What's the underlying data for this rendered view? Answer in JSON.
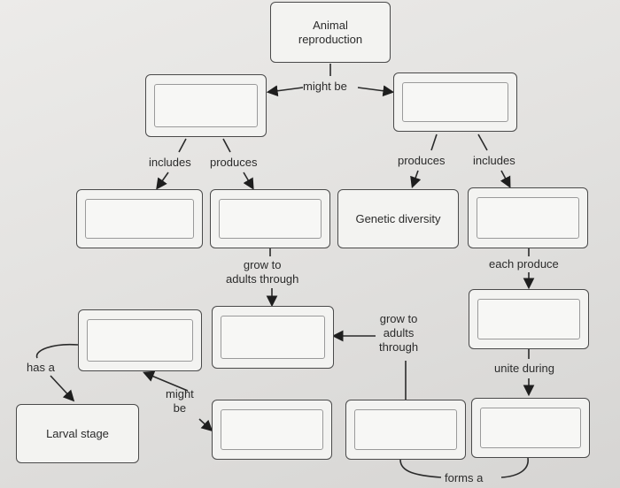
{
  "nodes": {
    "root": "Animal\nreproduction",
    "genetic_diversity": "Genetic diversity",
    "larval_stage": "Larval stage"
  },
  "labels": {
    "might_be_top": "might be",
    "includes_left": "includes",
    "produces_left": "produces",
    "produces_right": "produces",
    "includes_right": "includes",
    "grow_left": "grow to\nadults through",
    "each_produce": "each produce",
    "grow_right": "grow to\nadults\nthrough",
    "unite_during": "unite during",
    "has_a": "has a",
    "might_be_bottom": "might\nbe",
    "forms_a": "forms a"
  }
}
